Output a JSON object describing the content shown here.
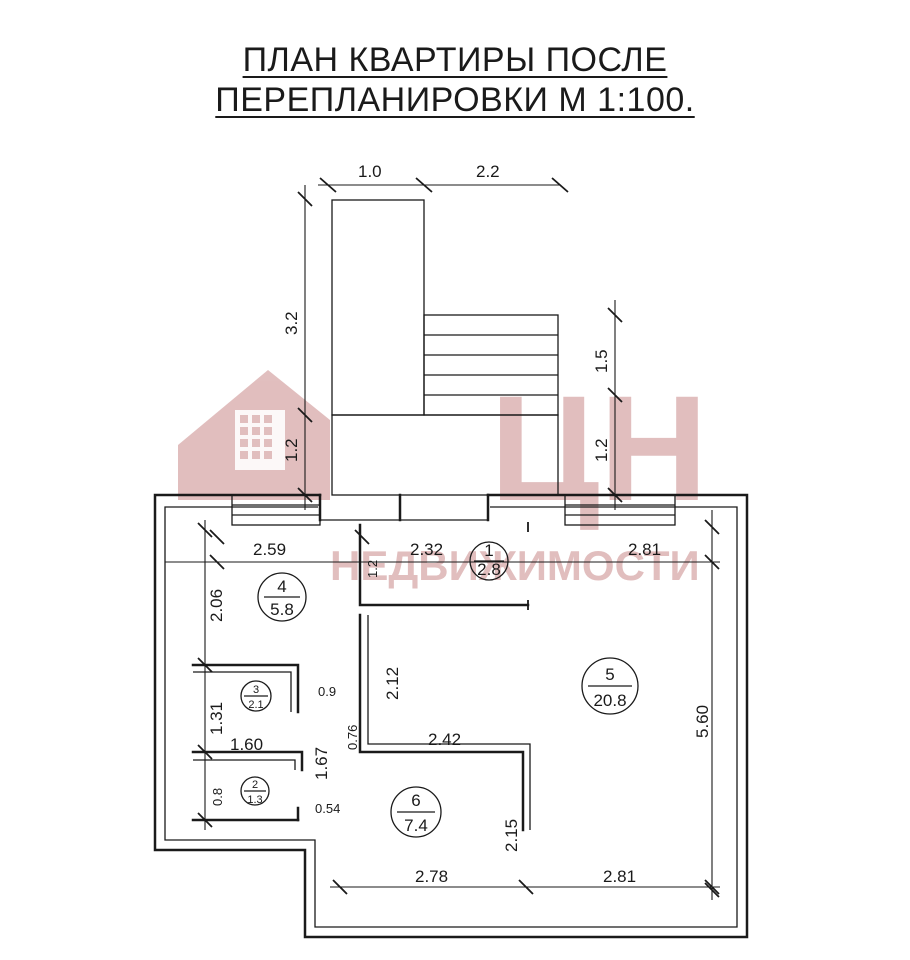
{
  "title": {
    "line1": "ПЛАН КВАРТИРЫ ПОСЛЕ",
    "line2": "ПЕРЕПЛАНИРОВКИ М 1:100."
  },
  "watermark": {
    "logo_letters": "ЦН",
    "subtitle": "НЕДВИЖИМОСТИ",
    "color": "#c98a8a"
  },
  "dimensions": {
    "stair_width": "1.0",
    "stair_right": "2.2",
    "stair_length": "3.2",
    "landing_left": "1.2",
    "right_steps": "1.5",
    "landing_right": "1.2",
    "room4_width": "2.59",
    "room4_depth": "2.06",
    "hall_width": "2.32",
    "hall_depth": "1.2",
    "room5_width_top": "2.81",
    "room5_depth": "5.60",
    "room3_depth": "1.31",
    "room3_door": "0.9",
    "room2_width": "1.60",
    "corridor_len": "1.67",
    "corridor_door": "0.76",
    "room6_wall": "2.12",
    "room6_width": "2.42",
    "room2_depth": "0.8",
    "room2_door": "0.54",
    "room6_depth": "2.15",
    "bottom_left": "2.78",
    "bottom_right": "2.81"
  },
  "rooms": [
    {
      "id": "room-1",
      "num": "1",
      "area": "2.8"
    },
    {
      "id": "room-2",
      "num": "2",
      "area": "1.3"
    },
    {
      "id": "room-3",
      "num": "3",
      "area": "2.1"
    },
    {
      "id": "room-4",
      "num": "4",
      "area": "5.8"
    },
    {
      "id": "room-5",
      "num": "5",
      "area": "20.8"
    },
    {
      "id": "room-6",
      "num": "6",
      "area": "7.4"
    }
  ]
}
